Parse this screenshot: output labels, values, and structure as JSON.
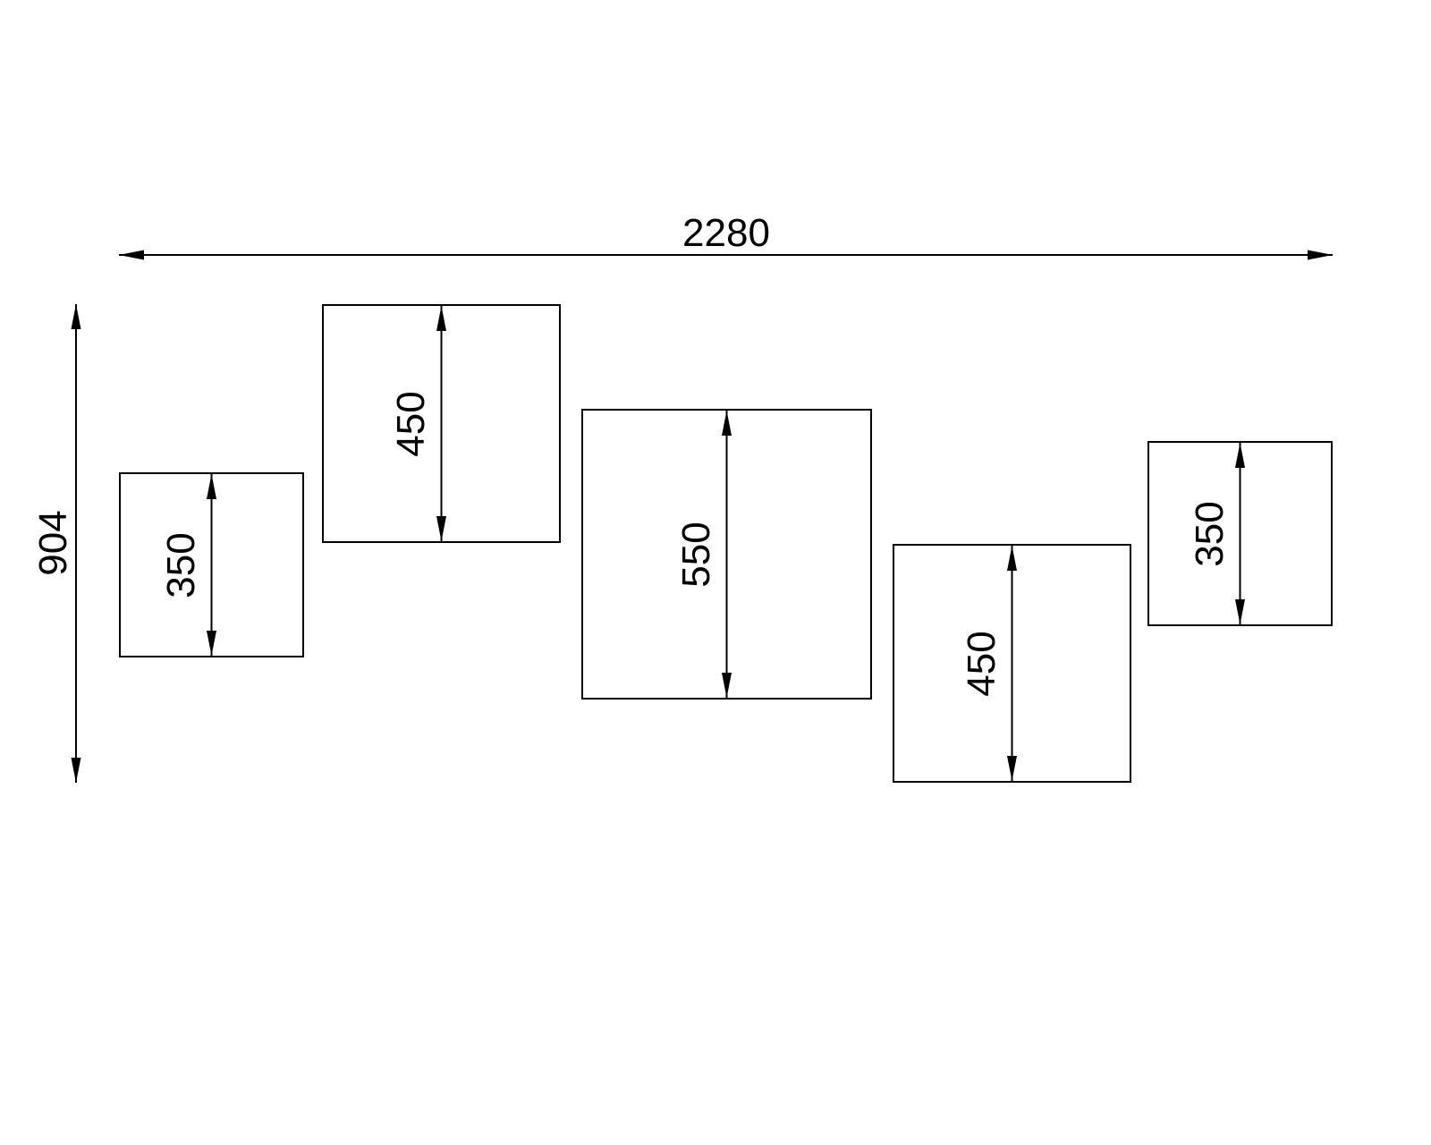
{
  "diagram": {
    "type": "cad-dimension-drawing",
    "overall": {
      "width": "2280",
      "height": "904"
    },
    "boxes": [
      {
        "size": "350"
      },
      {
        "size": "450"
      },
      {
        "size": "550"
      },
      {
        "size": "450"
      },
      {
        "size": "350"
      }
    ],
    "line_color": "#000000",
    "background_color": "#ffffff"
  }
}
